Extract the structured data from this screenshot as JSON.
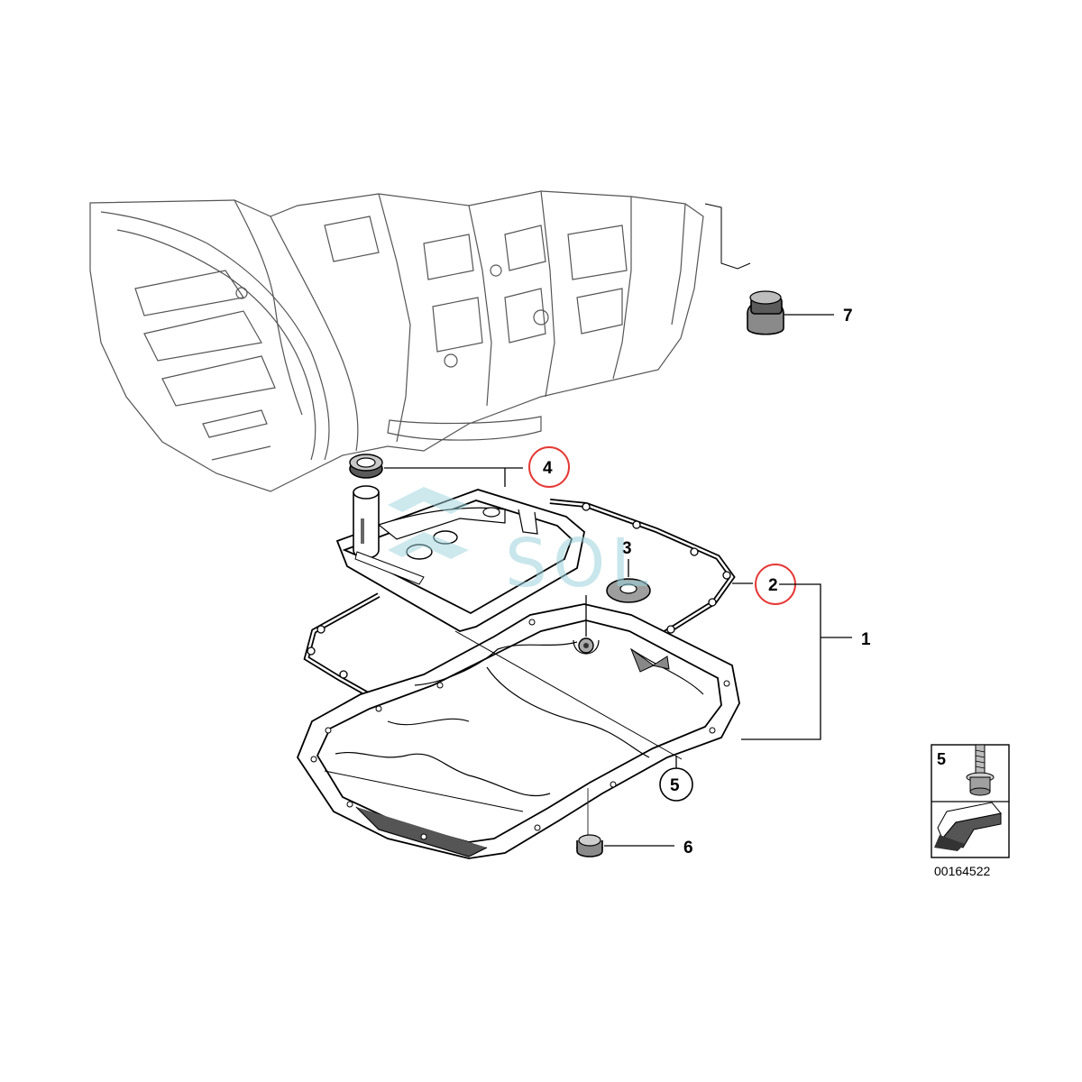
{
  "callouts": {
    "c1": "1",
    "c2": "2",
    "c3": "3",
    "c4": "4",
    "c5": "5",
    "c6": "6",
    "c7": "7"
  },
  "legend": {
    "label": "5"
  },
  "reference_number": "00164522",
  "watermark": "SOL",
  "highlight_color": "#e53935"
}
